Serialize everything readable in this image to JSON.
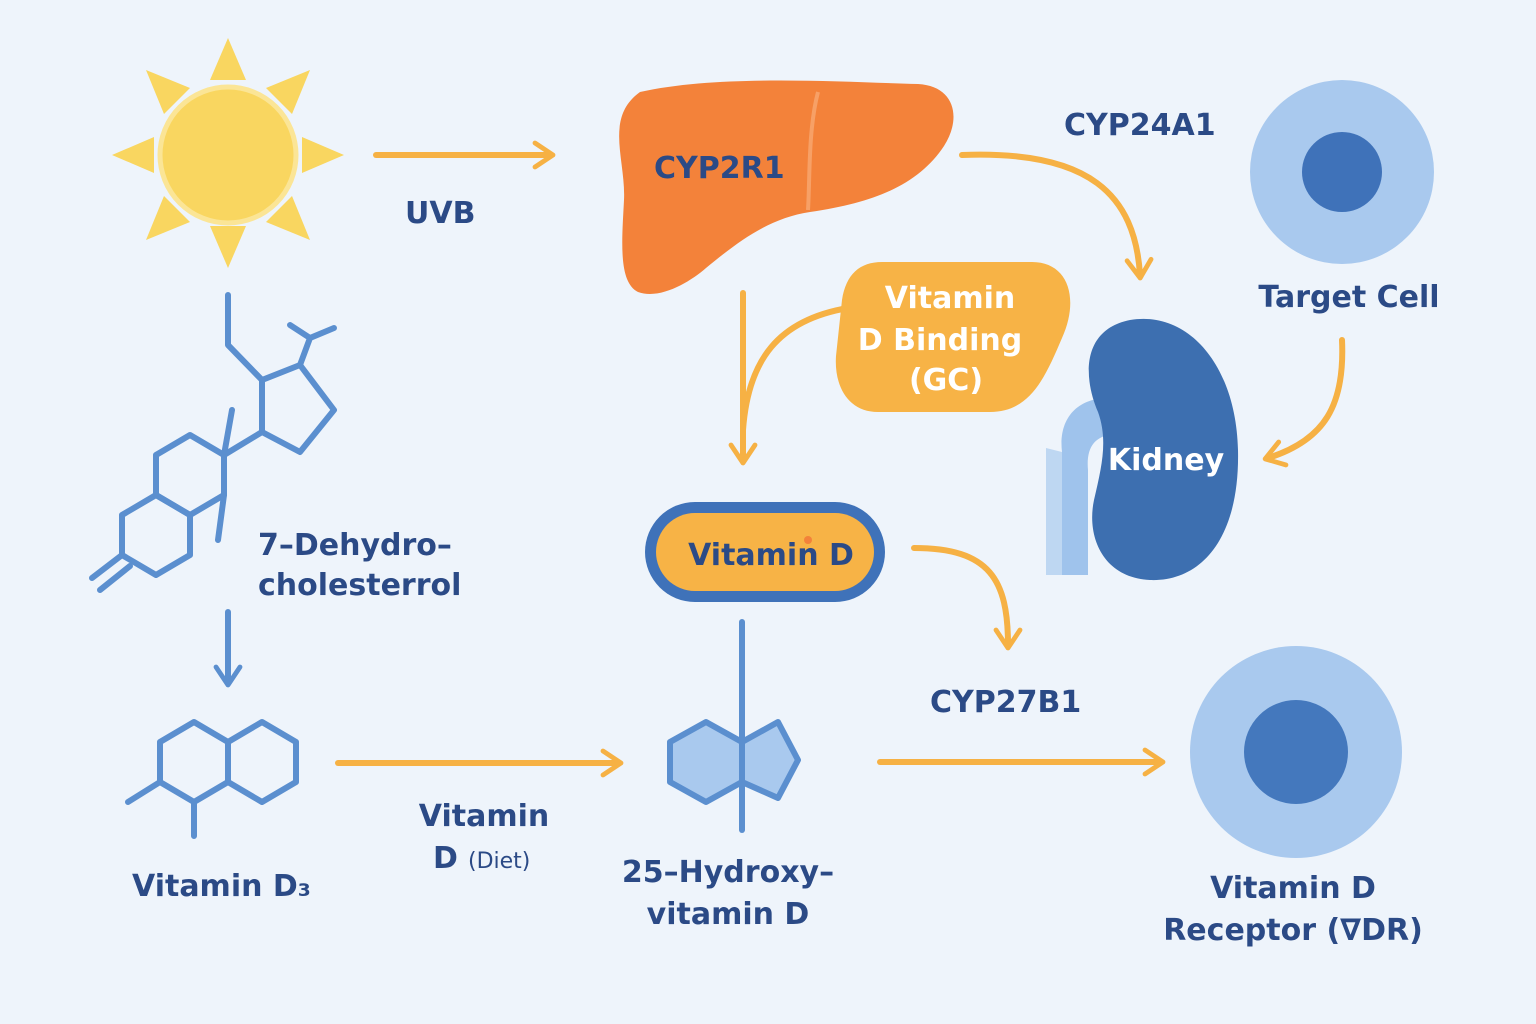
{
  "colors": {
    "background": "#eef4fb",
    "sun": "#f9d660",
    "arrow": "#f6b144",
    "liver": "#f3823a",
    "binding_protein": "#f7b346",
    "molecule_blue": "#5b8fcf",
    "kidney": "#3d6fb0",
    "cell_outer": "#a9c9ee",
    "cell_inner": "#3f72b9",
    "text": "#2b4a86"
  },
  "icons": [
    "sun-icon",
    "liver-icon",
    "kidney-icon",
    "target-cell-icon",
    "receptor-cell-icon",
    "7-dehydrocholesterol-structure",
    "vitamin-d3-structure",
    "25-hydroxyvitamin-d-structure"
  ],
  "labels": {
    "uvb": "UVB",
    "cyp2r1": "CYP2R1",
    "cyp24a1": "CYP24A1",
    "target_cell": "Target Cell",
    "binding_line1": "Vitamin",
    "binding_line2": "D Binding",
    "binding_line3": "(GC)",
    "kidney": "Kidney",
    "dehydro_line1": "7–Dehydro–",
    "dehydro_line2": "cholesterrol",
    "vitamin_d": "Vitamin D",
    "cyp27b1": "CYP27B1",
    "vitamin_d3": "Vitamin D₃",
    "diet_line1": "Vitamin",
    "diet_line2": "D",
    "diet_note": "(Diet)",
    "hydroxy_line1": "25–Hydroxy–",
    "hydroxy_line2": "vitamin D",
    "receptor_line1": "Vitamin D",
    "receptor_line2": "Receptor (∇DR)"
  }
}
